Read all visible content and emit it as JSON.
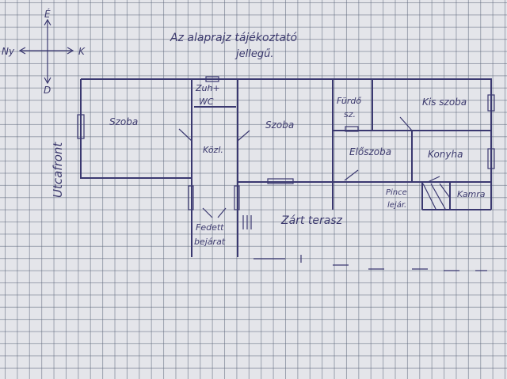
{
  "note": {
    "line1": "Az alaprajz tájékoztató",
    "line2": "jellegű."
  },
  "compass": {
    "north": "É",
    "west": "Ny",
    "east": "K",
    "south": "D"
  },
  "street_label": "Utcafront",
  "rooms": {
    "room_left": "Szoba",
    "bath_wc_line1": "Zuh+",
    "bath_wc_line2": "WC",
    "corridor": "Közl.",
    "room_middle": "Szoba",
    "bathroom_line1": "Fürdő",
    "bathroom_line2": "sz.",
    "small_room": "Kis szoba",
    "hall": "Előszoba",
    "kitchen": "Konyha",
    "cellar_line1": "Pince",
    "cellar_line2": "lejár.",
    "pantry": "Kamra",
    "terrace": "Zárt terasz",
    "entrance_line1": "Fedett",
    "entrance_line2": "bejárat"
  },
  "ink_color": "#3a3870"
}
